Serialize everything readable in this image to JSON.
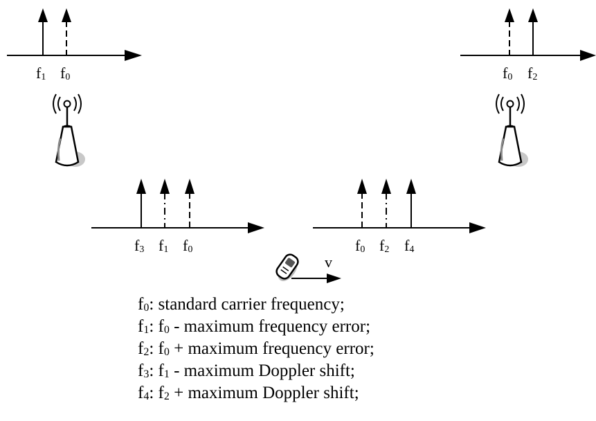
{
  "spectra": {
    "top_left": {
      "labels": [
        {
          "base": "f",
          "sub": "1"
        },
        {
          "base": "f",
          "sub": "0"
        }
      ]
    },
    "top_right": {
      "labels": [
        {
          "base": "f",
          "sub": "0"
        },
        {
          "base": "f",
          "sub": "2"
        }
      ]
    },
    "mid_left": {
      "labels": [
        {
          "base": "f",
          "sub": "3"
        },
        {
          "base": "f",
          "sub": "1"
        },
        {
          "base": "f",
          "sub": "0"
        }
      ]
    },
    "mid_right": {
      "labels": [
        {
          "base": "f",
          "sub": "0"
        },
        {
          "base": "f",
          "sub": "2"
        },
        {
          "base": "f",
          "sub": "4"
        }
      ]
    }
  },
  "velocity_label": "v",
  "legend": [
    {
      "key": "f",
      "key_sub": "0",
      "parts": [
        {
          "t": ": standard carrier frequency;"
        }
      ]
    },
    {
      "key": "f",
      "key_sub": "1",
      "parts": [
        {
          "t": ": f"
        },
        {
          "s": "0"
        },
        {
          "t": " -    maximum frequency error;"
        }
      ]
    },
    {
      "key": "f",
      "key_sub": "2",
      "parts": [
        {
          "t": ": f"
        },
        {
          "s": "0"
        },
        {
          "t": " + maximum frequency error;"
        }
      ]
    },
    {
      "key": "f",
      "key_sub": "3",
      "parts": [
        {
          "t": ": f"
        },
        {
          "s": "1"
        },
        {
          "t": " -    maximum Doppler shift;"
        }
      ]
    },
    {
      "key": "f",
      "key_sub": "4",
      "parts": [
        {
          "t": ": f"
        },
        {
          "s": "2"
        },
        {
          "t": " + maximum Doppler shift;"
        }
      ]
    }
  ],
  "icons": [
    "base-station-icon",
    "mobile-phone-icon"
  ]
}
